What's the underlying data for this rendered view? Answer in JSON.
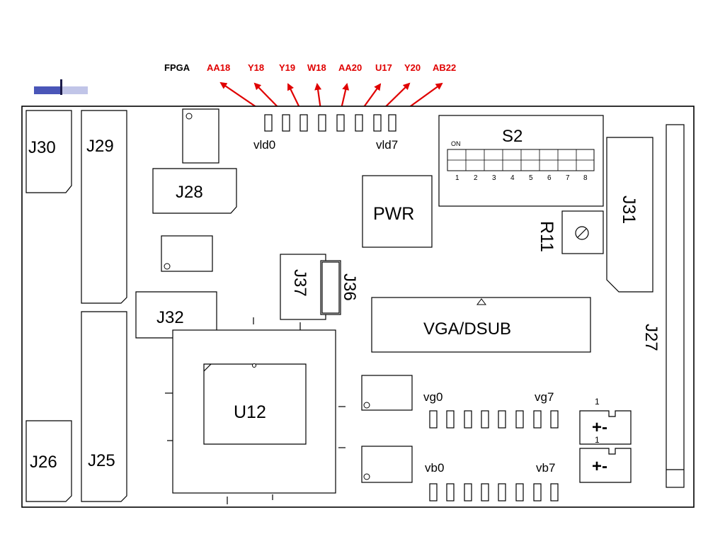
{
  "fpga_label": "FPGA",
  "fpga_pins": [
    "AA18",
    "Y18",
    "Y19",
    "W18",
    "AA20",
    "U17",
    "Y20",
    "AB22"
  ],
  "colors": {
    "pin_label": "#e00000",
    "arrow": "#e00000",
    "accent_bar": "#4a56b8"
  },
  "components": {
    "j30": "J30",
    "j29": "J29",
    "j28": "J28",
    "j32": "J32",
    "j37": "J37",
    "j36": "J36",
    "pwr": "PWR",
    "s2": "S2",
    "s2_on": "ON",
    "s2_numbers": [
      "1",
      "2",
      "3",
      "4",
      "5",
      "6",
      "7",
      "8"
    ],
    "r11": "R11",
    "j31": "J31",
    "vga": "VGA/DSUB",
    "j27": "J27",
    "u12": "U12",
    "j26": "J26",
    "j25": "J25",
    "plus_minus_1": "+-",
    "plus_minus_2": "+-",
    "pin1_a": "1",
    "pin1_b": "1"
  },
  "leds": {
    "vld_start": "vld0",
    "vld_end": "vld7",
    "vg_start": "vg0",
    "vg_end": "vg7",
    "vb_start": "vb0",
    "vb_end": "vb7"
  },
  "icons": {
    "r11_symbol": "potentiometer-icon",
    "vga_marker": "triangle-marker-icon"
  }
}
